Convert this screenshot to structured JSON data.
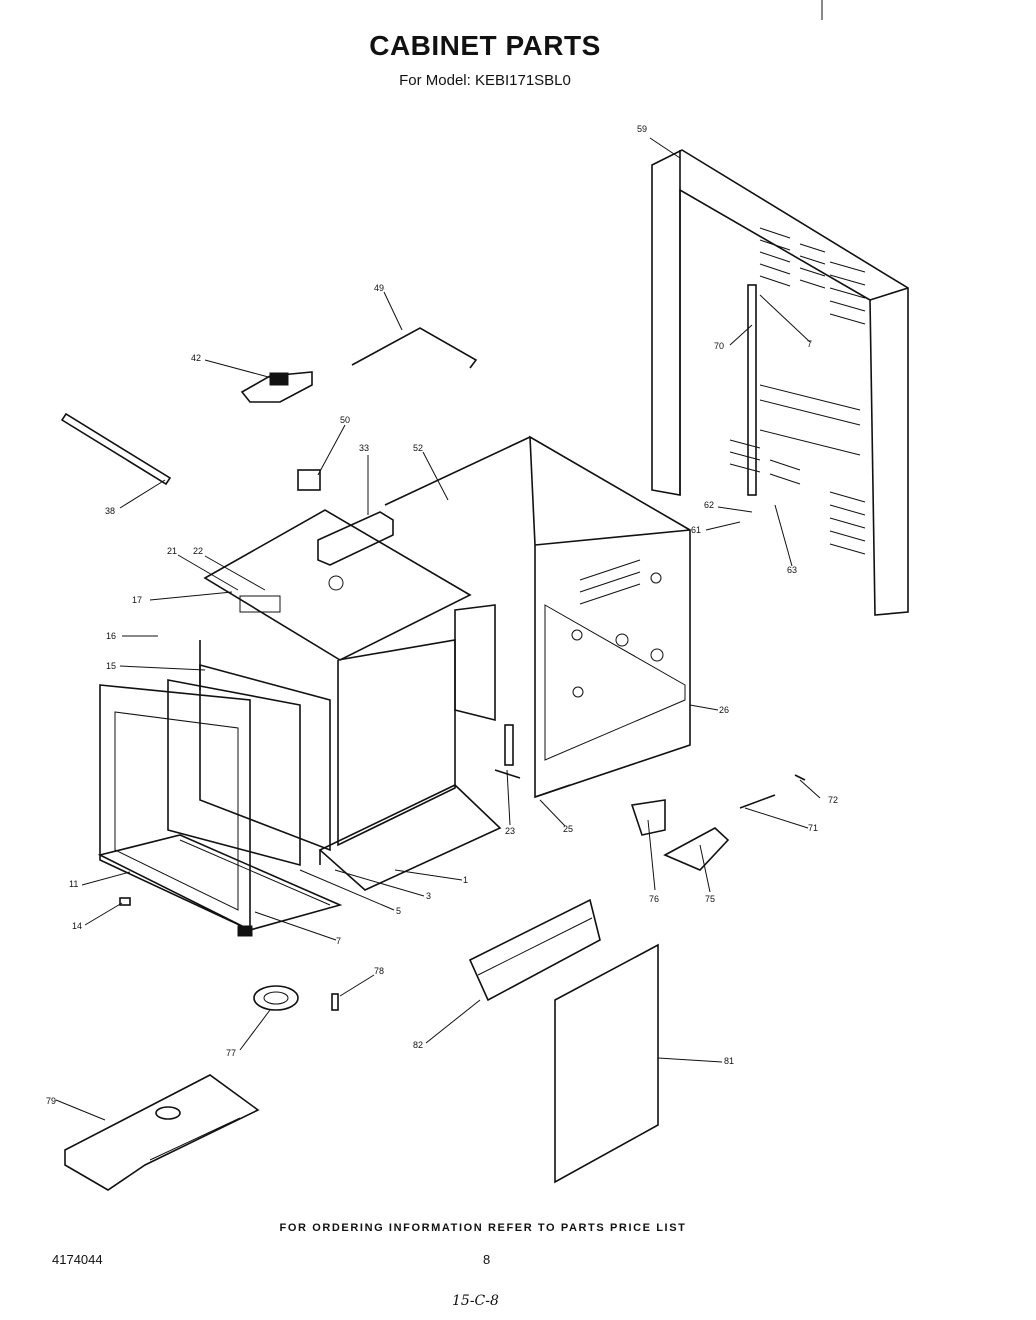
{
  "title": "CABINET PARTS",
  "subtitle": "For Model: KEBI171SBL0",
  "footer": "FOR ORDERING INFORMATION REFER TO PARTS PRICE LIST",
  "doc_number": "4174044",
  "page_number": "8",
  "handwritten_note": "15-C-8",
  "callouts": {
    "p59": "59",
    "p49": "49",
    "p42": "42",
    "p70": "70",
    "p7a": "7",
    "p50": "50",
    "p33": "33",
    "p52": "52",
    "p38": "38",
    "p62": "62",
    "p61": "61",
    "p63": "63",
    "p21": "21",
    "p22": "22",
    "p17": "17",
    "p16": "16",
    "p15": "15",
    "p26": "26",
    "p72": "72",
    "p71": "71",
    "p23": "23",
    "p25": "25",
    "p1": "1",
    "p3": "3",
    "p5": "5",
    "p11": "11",
    "p76": "76",
    "p75": "75",
    "p14": "14",
    "p7b": "7",
    "p78": "78",
    "p82": "82",
    "p77": "77",
    "p81": "81",
    "p79": "79"
  }
}
